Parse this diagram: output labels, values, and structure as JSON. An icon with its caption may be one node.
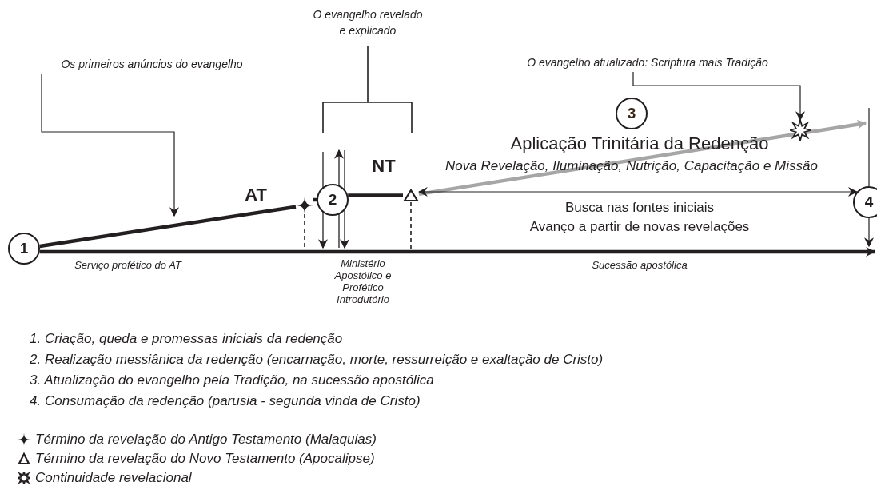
{
  "diagram": {
    "nodes": [
      {
        "text": [
          "1"
        ]
      },
      {
        "text": [
          "2"
        ]
      },
      {
        "text": [
          "3"
        ]
      },
      {
        "text": [
          "4"
        ]
      },
      {
        "text": [
          "Os primeiros anúncios do evangelho"
        ]
      },
      {
        "text": [
          "O evangelho revelado e explicado"
        ]
      },
      {
        "text": [
          "O evangelho atualizado: Scriptura mais Tradição"
        ]
      },
      {
        "text": [],
        "shape": "star"
      },
      {
        "text": [],
        "shape": "triangle"
      },
      {
        "text": [],
        "shape": "burst"
      }
    ],
    "edges": [
      {
        "from": 0,
        "to": 7,
        "arrow": "none",
        "style": "thick"
      },
      {
        "from": 7,
        "to": 1,
        "arrow": "none",
        "style": "thick"
      },
      {
        "from": 1,
        "to": 8,
        "arrow": "none",
        "style": "thick"
      },
      {
        "from": 8,
        "to": null,
        "arrow": "to",
        "style": "thick",
        "color": "#a6a6a6"
      },
      {
        "from": 8,
        "to": 3,
        "arrow": "both"
      },
      {
        "from": 4,
        "to": null,
        "arrow": "to"
      },
      {
        "from": 6,
        "to": 9,
        "arrow": "to"
      },
      {
        "from": 7,
        "to": null,
        "arrow": "none",
        "style": "dashed"
      },
      {
        "from": 8,
        "to": null,
        "arrow": "none",
        "style": "dashed"
      },
      {
        "from": 0,
        "to": null,
        "arrow": "to",
        "style": "thick"
      },
      {
        "from": null,
        "to": 3,
        "arrow": "none"
      },
      {
        "from": 3,
        "to": null,
        "arrow": "to"
      }
    ],
    "labels": [
      "AT",
      "NT",
      "Aplicação Trinitária da Redenção",
      "Nova Revelação, Iluminação, Nutrição, Capacitação e Missão",
      "Busca nas fontes iniciais",
      "Avanço a partir de novas revelações",
      "Serviço profético do AT",
      "Ministério Apostólico e Profético Introdutório",
      "Sucessão apostólica",
      "1. Criação, queda e promessas iniciais da redenção",
      "2. Realização messiânica da redenção (encarnação, morte, ressurreição e exaltação de Cristo)",
      "3. Atualização do evangelho pela Tradição, na sucessão apostólica",
      "4. Consumação da redenção (parusia - segunda vinda de Cristo)"
    ],
    "legend": [
      {
        "text": "Término da revelação do Antigo Testamento (Malaquias)"
      },
      {
        "text": "Término da revelação do Novo Testamento (Apocalipse)"
      },
      {
        "text": "Continuidade revelacional"
      }
    ]
  }
}
